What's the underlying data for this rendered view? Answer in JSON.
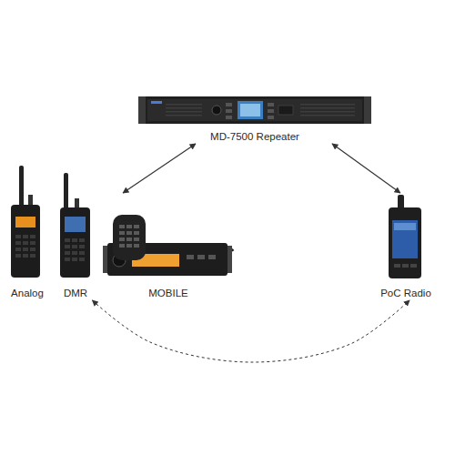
{
  "diagram": {
    "nodes": [
      {
        "text": [
          "MD-7500 Repeater"
        ]
      },
      {
        "text": [
          "Analog"
        ]
      },
      {
        "text": [
          "DMR"
        ]
      },
      {
        "text": [
          "MOBILE"
        ]
      },
      {
        "text": [
          "PoC Radio"
        ]
      }
    ],
    "edges": [
      {
        "from": 0,
        "to": 3,
        "arrow": "both"
      },
      {
        "from": 0,
        "to": 4,
        "arrow": "both"
      },
      {
        "from": 2,
        "to": 4,
        "arrow": "both"
      }
    ]
  }
}
